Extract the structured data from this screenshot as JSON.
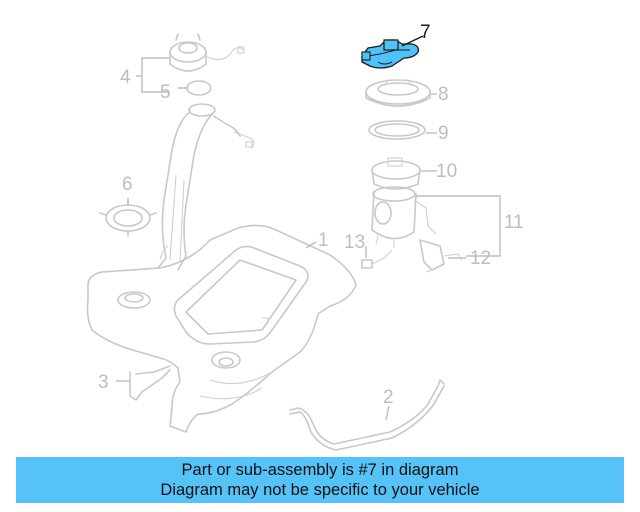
{
  "callouts": {
    "c1": "1",
    "c2": "2",
    "c3": "3",
    "c4": "4",
    "c5": "5",
    "c6": "6",
    "c7": "7",
    "c8": "8",
    "c9": "9",
    "c10": "10",
    "c11": "11",
    "c12": "12",
    "c13": "13"
  },
  "highlight": {
    "part": "7",
    "color": "#4fc3f7"
  },
  "banner": {
    "line1": "Part or sub-assembly is #7 in diagram",
    "line2": "Diagram may not be specific to your vehicle",
    "background": "#55c3f7"
  }
}
